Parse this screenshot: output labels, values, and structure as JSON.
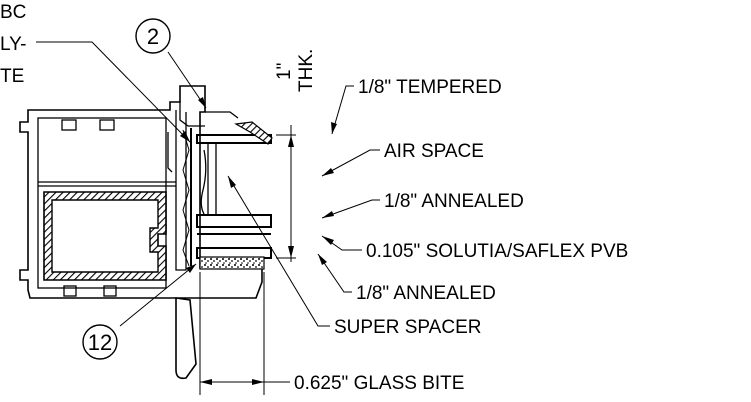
{
  "balloons": {
    "item_2": "2",
    "item_12": "12"
  },
  "labels": {
    "partial_top": "BC",
    "partial_mid": "LY-",
    "partial_bottom": "TE",
    "thickness_value": "1\"",
    "thickness_unit": "THK.",
    "tempered": "1/8\" TEMPERED",
    "air_space": "AIR SPACE",
    "annealed_upper": "1/8\" ANNEALED",
    "pvb": "0.105\" SOLUTIA/SAFLEX PVB",
    "annealed_lower": "1/8\" ANNEALED",
    "super_spacer": "SUPER SPACER",
    "glass_bite": "0.625\" GLASS BITE"
  }
}
